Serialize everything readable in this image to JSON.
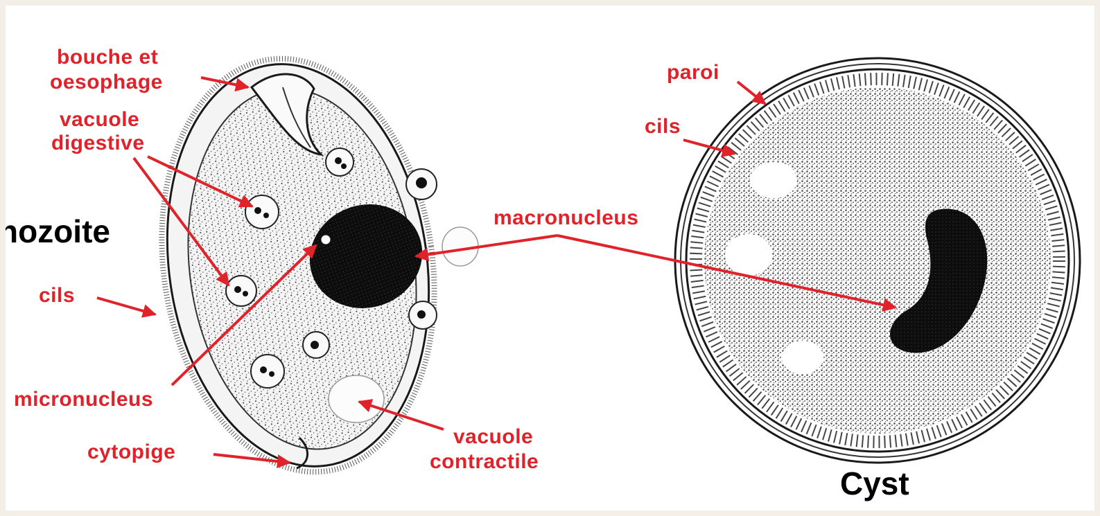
{
  "colors": {
    "label": "#e0222a",
    "arrow": "#e0222a",
    "caption": "#000000",
    "outline": "#1a1a1a",
    "background": "#ffffff",
    "border": "#f3efe6"
  },
  "captions": {
    "trophozoite": "hozoite",
    "cyst": "Cyst"
  },
  "labels": {
    "bouche_line1": "bouche et",
    "bouche_line2": "oesophage",
    "vacuole_digestive_line1": "vacuole",
    "vacuole_digestive_line2": "digestive",
    "cils_left": "cils",
    "micronucleus": "micronucleus",
    "cytopige": "cytopige",
    "vacuole_contractile_line1": "vacuole",
    "vacuole_contractile_line2": "contractile",
    "macronucleus": "macronucleus",
    "paroi": "paroi",
    "cils_right": "cils"
  }
}
